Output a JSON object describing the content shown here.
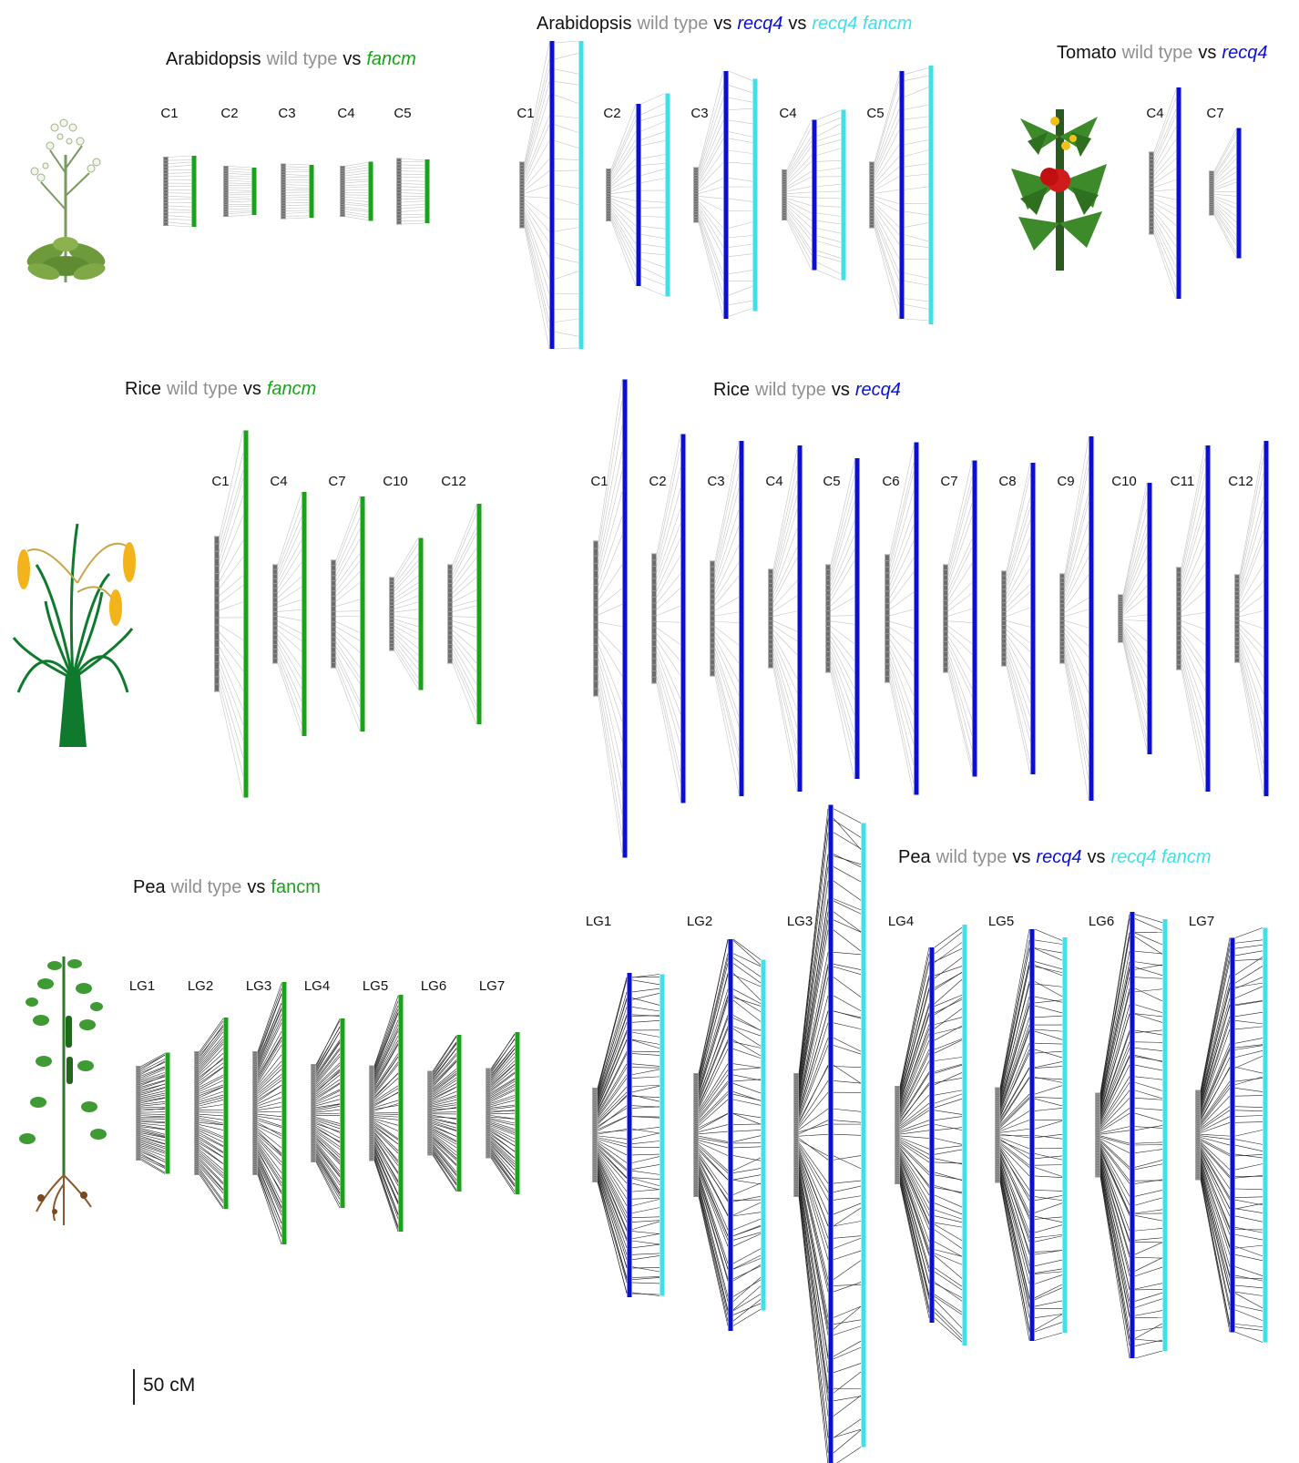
{
  "colors": {
    "wild_type": "#8c8c8c",
    "wild_type_bar": "#6d6d6d",
    "fancm": "#1aa31a",
    "recq4": "#0a10d2",
    "recq4_fancm": "#3fe0e8",
    "link_light": "#c4c4c4",
    "link_dark": "#222222"
  },
  "panels": [
    {
      "id": "arab-fancm",
      "title": {
        "species": "Arabidopsis",
        "wt": "wild type",
        "vs1": "vs",
        "m1": "fancm",
        "vs2": "",
        "m2": ""
      },
      "chromosomes": [
        {
          "label": "C1",
          "wt": 75,
          "m1": 78
        },
        {
          "label": "C2",
          "wt": 55,
          "m1": 52
        },
        {
          "label": "C3",
          "wt": 60,
          "m1": 58
        },
        {
          "label": "C4",
          "wt": 55,
          "m1": 65
        },
        {
          "label": "C5",
          "wt": 72,
          "m1": 70
        }
      ]
    },
    {
      "id": "arab-recq4",
      "title": {
        "species": "Arabidopsis",
        "wt": "wild type",
        "vs1": "vs",
        "m1": "recq4",
        "vs2": "vs",
        "m2": "recq4 fancm"
      },
      "chromosomes": [
        {
          "label": "C1",
          "wt": 72,
          "m1": 338,
          "m2": 338
        },
        {
          "label": "C2",
          "wt": 57,
          "m1": 200,
          "m2": 223
        },
        {
          "label": "C3",
          "wt": 60,
          "m1": 272,
          "m2": 255
        },
        {
          "label": "C4",
          "wt": 55,
          "m1": 165,
          "m2": 187
        },
        {
          "label": "C5",
          "wt": 72,
          "m1": 272,
          "m2": 284
        }
      ]
    },
    {
      "id": "tomato-recq4",
      "title": {
        "species": "Tomato",
        "wt": "wild type",
        "vs1": "vs",
        "m1": "recq4",
        "vs2": "",
        "m2": ""
      },
      "chromosomes": [
        {
          "label": "C4",
          "wt": 90,
          "m1": 232
        },
        {
          "label": "C7",
          "wt": 48,
          "m1": 143
        }
      ]
    },
    {
      "id": "rice-fancm",
      "title": {
        "species": "Rice",
        "wt": "wild type",
        "vs1": "vs",
        "m1": "fancm",
        "vs2": "",
        "m2": ""
      },
      "chromosomes": [
        {
          "label": "C1",
          "wt": 170,
          "m1": 403
        },
        {
          "label": "C4",
          "wt": 108,
          "m1": 268
        },
        {
          "label": "C7",
          "wt": 118,
          "m1": 258
        },
        {
          "label": "C10",
          "wt": 80,
          "m1": 167
        },
        {
          "label": "C12",
          "wt": 108,
          "m1": 242
        }
      ]
    },
    {
      "id": "rice-recq4",
      "title": {
        "species": "Rice",
        "wt": "wild type",
        "vs1": "vs",
        "m1": "recq4",
        "vs2": "",
        "m2": ""
      },
      "chromosomes": [
        {
          "label": "C1",
          "wt": 170,
          "m1": 525
        },
        {
          "label": "C2",
          "wt": 142,
          "m1": 405
        },
        {
          "label": "C3",
          "wt": 126,
          "m1": 390
        },
        {
          "label": "C4",
          "wt": 108,
          "m1": 380
        },
        {
          "label": "C5",
          "wt": 118,
          "m1": 352
        },
        {
          "label": "C6",
          "wt": 140,
          "m1": 387
        },
        {
          "label": "C7",
          "wt": 118,
          "m1": 347
        },
        {
          "label": "C8",
          "wt": 104,
          "m1": 342
        },
        {
          "label": "C9",
          "wt": 98,
          "m1": 400
        },
        {
          "label": "C10",
          "wt": 52,
          "m1": 298
        },
        {
          "label": "C11",
          "wt": 112,
          "m1": 380
        },
        {
          "label": "C12",
          "wt": 96,
          "m1": 390
        }
      ]
    },
    {
      "id": "pea-fancm",
      "title": {
        "species": "Pea",
        "wt": "wild type",
        "vs1": "vs",
        "m1": "fancm",
        "vs2": "",
        "m2": ""
      },
      "chromosomes": [
        {
          "label": "LG1",
          "wt": 103,
          "m1": 133
        },
        {
          "label": "LG2",
          "wt": 135,
          "m1": 210
        },
        {
          "label": "LG3",
          "wt": 135,
          "m1": 288
        },
        {
          "label": "LG4",
          "wt": 107,
          "m1": 208
        },
        {
          "label": "LG5",
          "wt": 104,
          "m1": 260
        },
        {
          "label": "LG6",
          "wt": 92,
          "m1": 172
        },
        {
          "label": "LG7",
          "wt": 98,
          "m1": 178
        }
      ]
    },
    {
      "id": "pea-recq4",
      "title": {
        "species": "Pea",
        "wt": "wild type",
        "vs1": "vs",
        "m1": "recq4",
        "vs2": "vs",
        "m2": "recq4 fancm"
      },
      "chromosomes": [
        {
          "label": "LG1",
          "wt": 103,
          "m1": 356,
          "m2": 353
        },
        {
          "label": "LG2",
          "wt": 135,
          "m1": 430,
          "m2": 385
        },
        {
          "label": "LG3",
          "wt": 135,
          "m1": 725,
          "m2": 685
        },
        {
          "label": "LG4",
          "wt": 107,
          "m1": 412,
          "m2": 462
        },
        {
          "label": "LG5",
          "wt": 104,
          "m1": 452,
          "m2": 434
        },
        {
          "label": "LG6",
          "wt": 92,
          "m1": 490,
          "m2": 474
        },
        {
          "label": "LG7",
          "wt": 98,
          "m1": 433,
          "m2": 455
        }
      ]
    }
  ],
  "scale_bar": {
    "label": "50 cM"
  },
  "icons": [
    "arabidopsis-plant-icon",
    "tomato-plant-icon",
    "rice-plant-icon",
    "pea-plant-icon"
  ]
}
